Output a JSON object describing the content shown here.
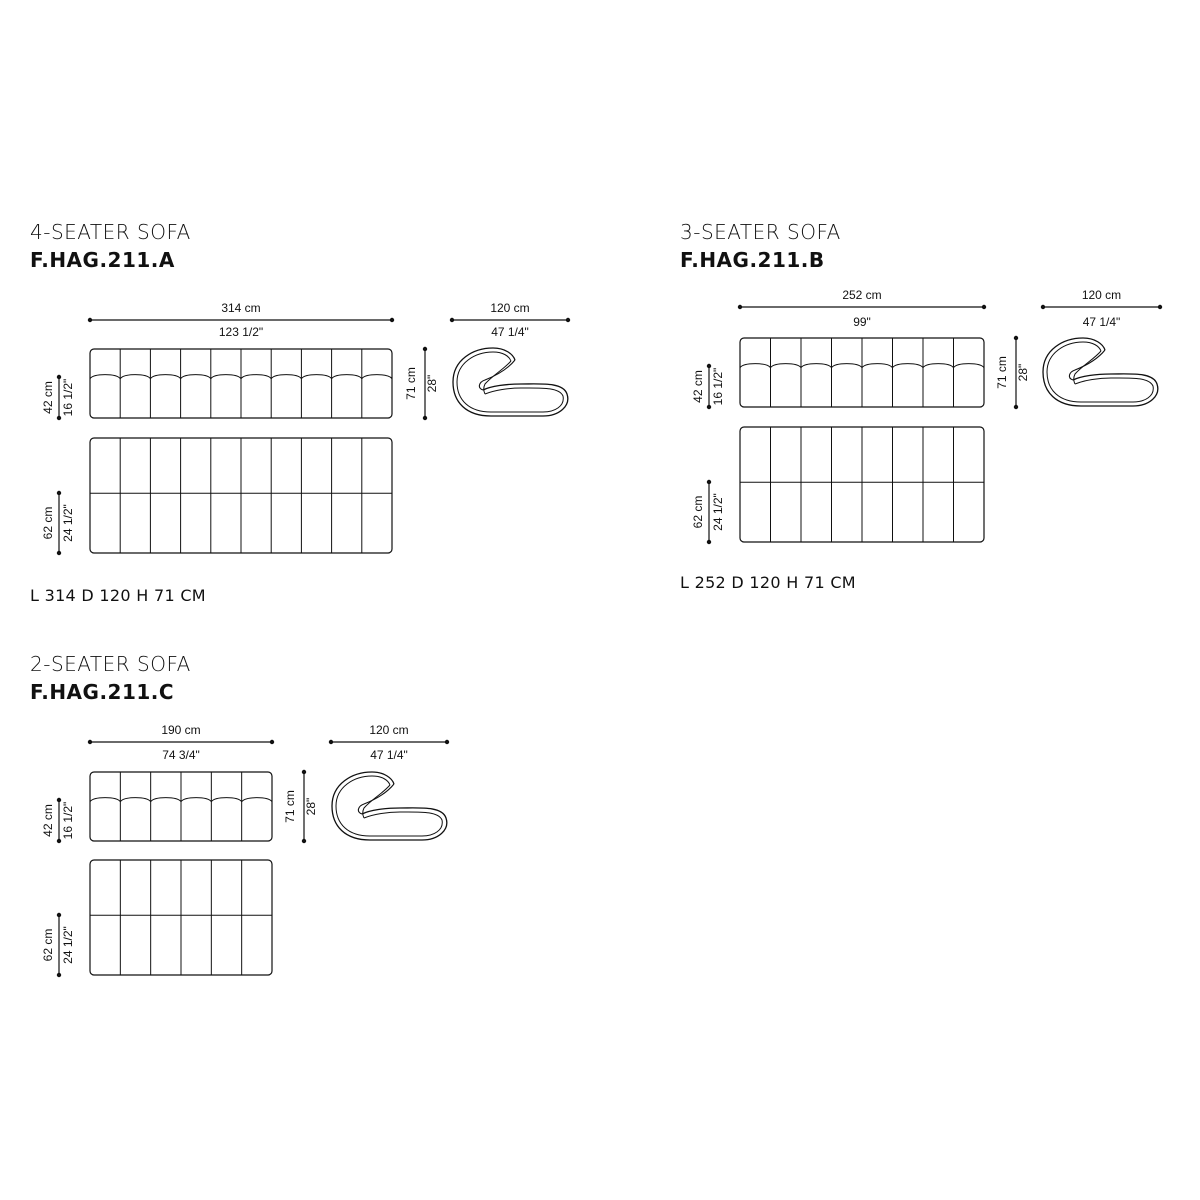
{
  "sofas": [
    {
      "title": "4-SEATER SOFA",
      "code": "F.HAG.211.A",
      "summary": "L 314 D 120 H 71 CM",
      "seats": 10,
      "width_cm": "314 cm",
      "width_in": "123 1/2\"",
      "depth_cm": "120 cm",
      "depth_in": "47 1/4\"",
      "height_cm": "71 cm",
      "height_in": "28\"",
      "seat_h_cm": "42 cm",
      "seat_h_in": "16 1/2\"",
      "seat_d_cm": "62 cm",
      "seat_d_in": "24 1/2\""
    },
    {
      "title": "3-SEATER SOFA",
      "code": "F.HAG.211.B",
      "summary": "L 252 D 120 H 71 CM",
      "seats": 8,
      "width_cm": "252 cm",
      "width_in": "99\"",
      "depth_cm": "120 cm",
      "depth_in": "47 1/4\"",
      "height_cm": "71 cm",
      "height_in": "28\"",
      "seat_h_cm": "42 cm",
      "seat_h_in": "16 1/2\"",
      "seat_d_cm": "62 cm",
      "seat_d_in": "24 1/2\""
    },
    {
      "title": "2-SEATER SOFA",
      "code": "F.HAG.211.C",
      "summary": "",
      "seats": 6,
      "width_cm": "190 cm",
      "width_in": "74 3/4\"",
      "depth_cm": "120 cm",
      "depth_in": "47 1/4\"",
      "height_cm": "71 cm",
      "height_in": "28\"",
      "seat_h_cm": "42 cm",
      "seat_h_in": "16 1/2\"",
      "seat_d_cm": "62 cm",
      "seat_d_in": "24 1/2\""
    }
  ]
}
